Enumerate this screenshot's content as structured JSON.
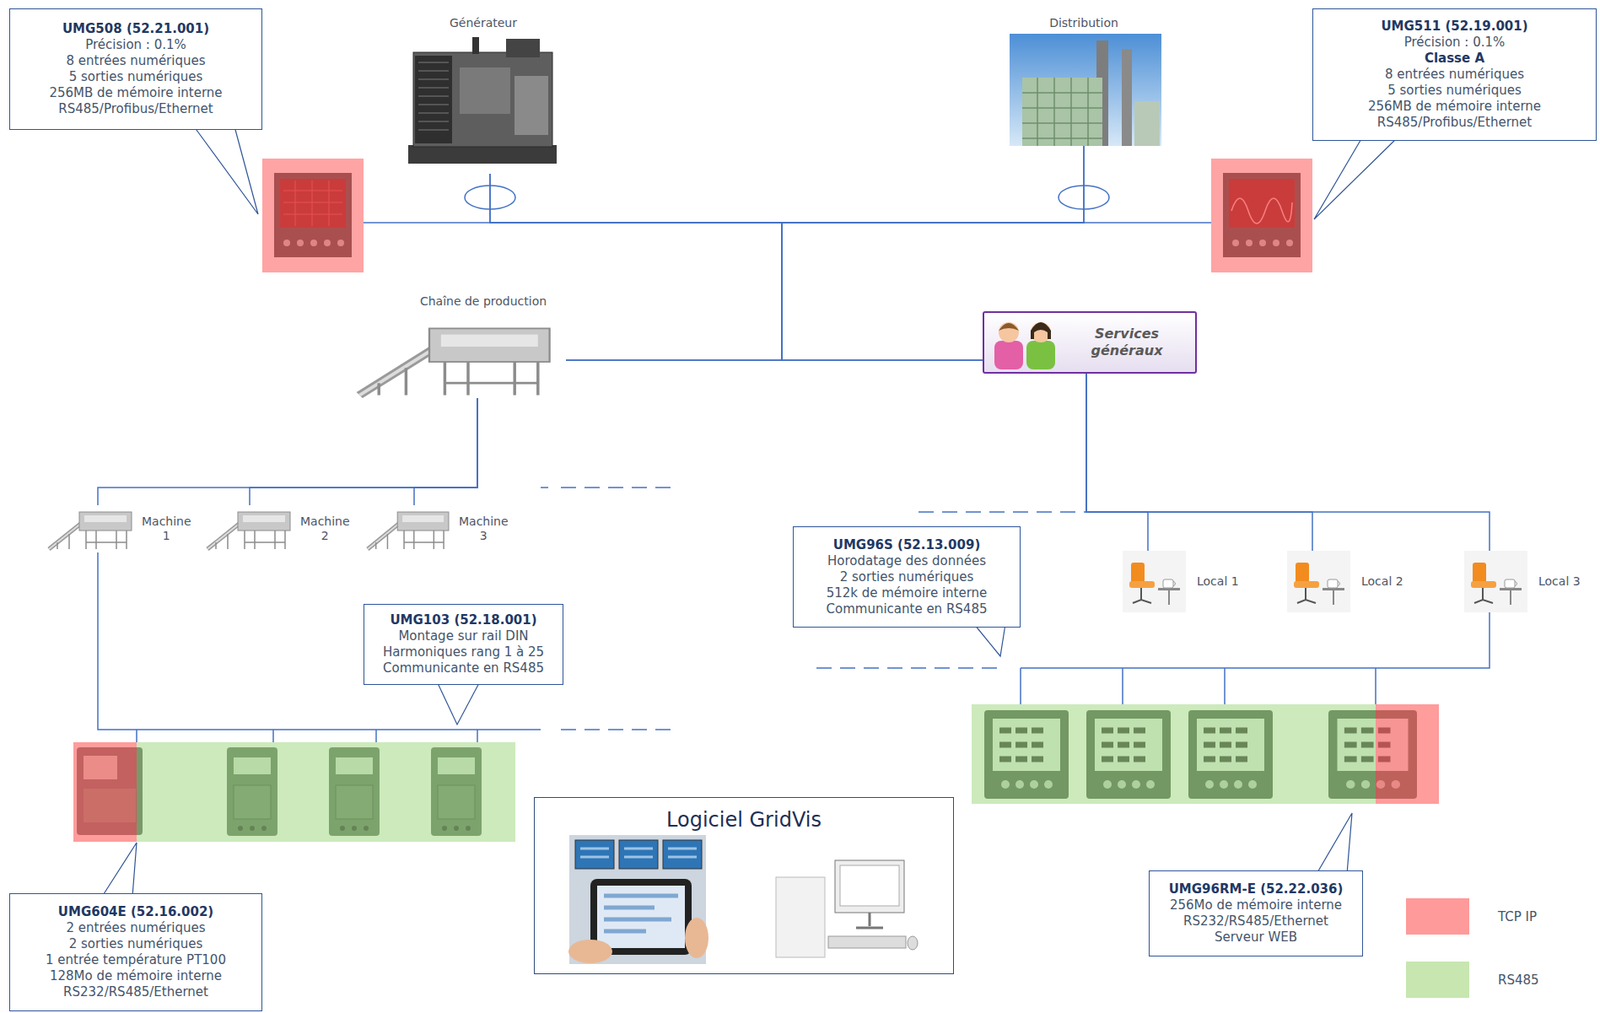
{
  "diagram": {
    "nodes": [
      {
        "text": [
          "UMG508 (52.21.001)",
          "Précision : 0.1%",
          "8 entrées numériques",
          "5 sorties numériques",
          "256MB de mémoire interne",
          "RS485/Profibus/Ethernet"
        ]
      },
      {
        "text": [
          "Générateur"
        ]
      },
      {
        "text": [
          "Distribution"
        ]
      },
      {
        "text": [
          "UMG511 (52.19.001)",
          "Précision : 0.1%",
          "Classe A",
          "8 entrées numériques",
          "5 sorties numériques",
          "256MB de mémoire interne",
          "RS485/Profibus/Ethernet"
        ]
      },
      {
        "text": [
          "Chaîne de production"
        ]
      },
      {
        "text": [
          "Services généraux"
        ]
      },
      {
        "text": [
          "Machine 1"
        ]
      },
      {
        "text": [
          "Machine 2"
        ]
      },
      {
        "text": [
          "Machine 3"
        ]
      },
      {
        "text": [
          "Local 1"
        ]
      },
      {
        "text": [
          "Local 2"
        ]
      },
      {
        "text": [
          "Local 3"
        ]
      },
      {
        "text": [
          "UMG96S (52.13.009)",
          "Horodatage des données",
          "2 sorties numériques",
          "512k de mémoire interne",
          "Communicante en RS485"
        ]
      },
      {
        "text": [
          "UMG103 (52.18.001)",
          "Montage sur rail DIN",
          "Harmoniques rang 1 à 25",
          "Communicante en RS485"
        ]
      },
      {
        "text": [
          "UMG604E (52.16.002)",
          "2 entrées numériques",
          "2 sorties numériques",
          "1 entrée température PT100",
          "128Mo de mémoire interne",
          "RS232/RS485/Ethernet"
        ]
      },
      {
        "text": [
          "UMG96RM-E (52.22.036)",
          "256Mo de mémoire interne",
          "RS232/RS485/Ethernet",
          "Serveur WEB"
        ]
      },
      {
        "text": [
          "Logiciel GridVis"
        ]
      }
    ],
    "edges": [
      {
        "from": 1,
        "to": 4,
        "arrow": "none"
      },
      {
        "from": 1,
        "to": 5,
        "arrow": "none"
      },
      {
        "from": 2,
        "to": 4,
        "arrow": "none"
      },
      {
        "from": 2,
        "to": 5,
        "arrow": "none"
      },
      {
        "from": 4,
        "to": 6,
        "arrow": "none"
      },
      {
        "from": 4,
        "to": 7,
        "arrow": "none"
      },
      {
        "from": 4,
        "to": 8,
        "arrow": "none"
      },
      {
        "from": 5,
        "to": 9,
        "arrow": "none"
      },
      {
        "from": 5,
        "to": 10,
        "arrow": "none"
      },
      {
        "from": 5,
        "to": 11,
        "arrow": "none"
      }
    ],
    "legend": [
      {
        "text": "TCP IP",
        "color": "#ff9a9a"
      },
      {
        "text": "RS485",
        "color": "#c7e6b0"
      }
    ]
  }
}
